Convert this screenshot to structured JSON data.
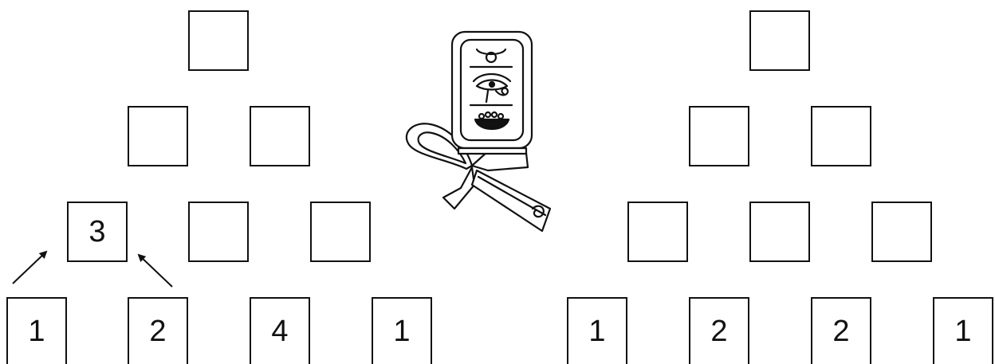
{
  "left_pyramid": {
    "row1": [
      ""
    ],
    "row2": [
      "",
      ""
    ],
    "row3": [
      "3",
      "",
      ""
    ],
    "row4": [
      "1",
      "2",
      "4",
      "1"
    ]
  },
  "right_pyramid": {
    "row1": [
      ""
    ],
    "row2": [
      "",
      ""
    ],
    "row3": [
      "",
      "",
      ""
    ],
    "row4": [
      "1",
      "2",
      "2",
      "1"
    ]
  },
  "icons": {
    "center": "egyptian-cartouche-ankh-icon",
    "arrows": "arrow-icon"
  },
  "colors": {
    "line": "#111111",
    "background": "#ffffff"
  }
}
